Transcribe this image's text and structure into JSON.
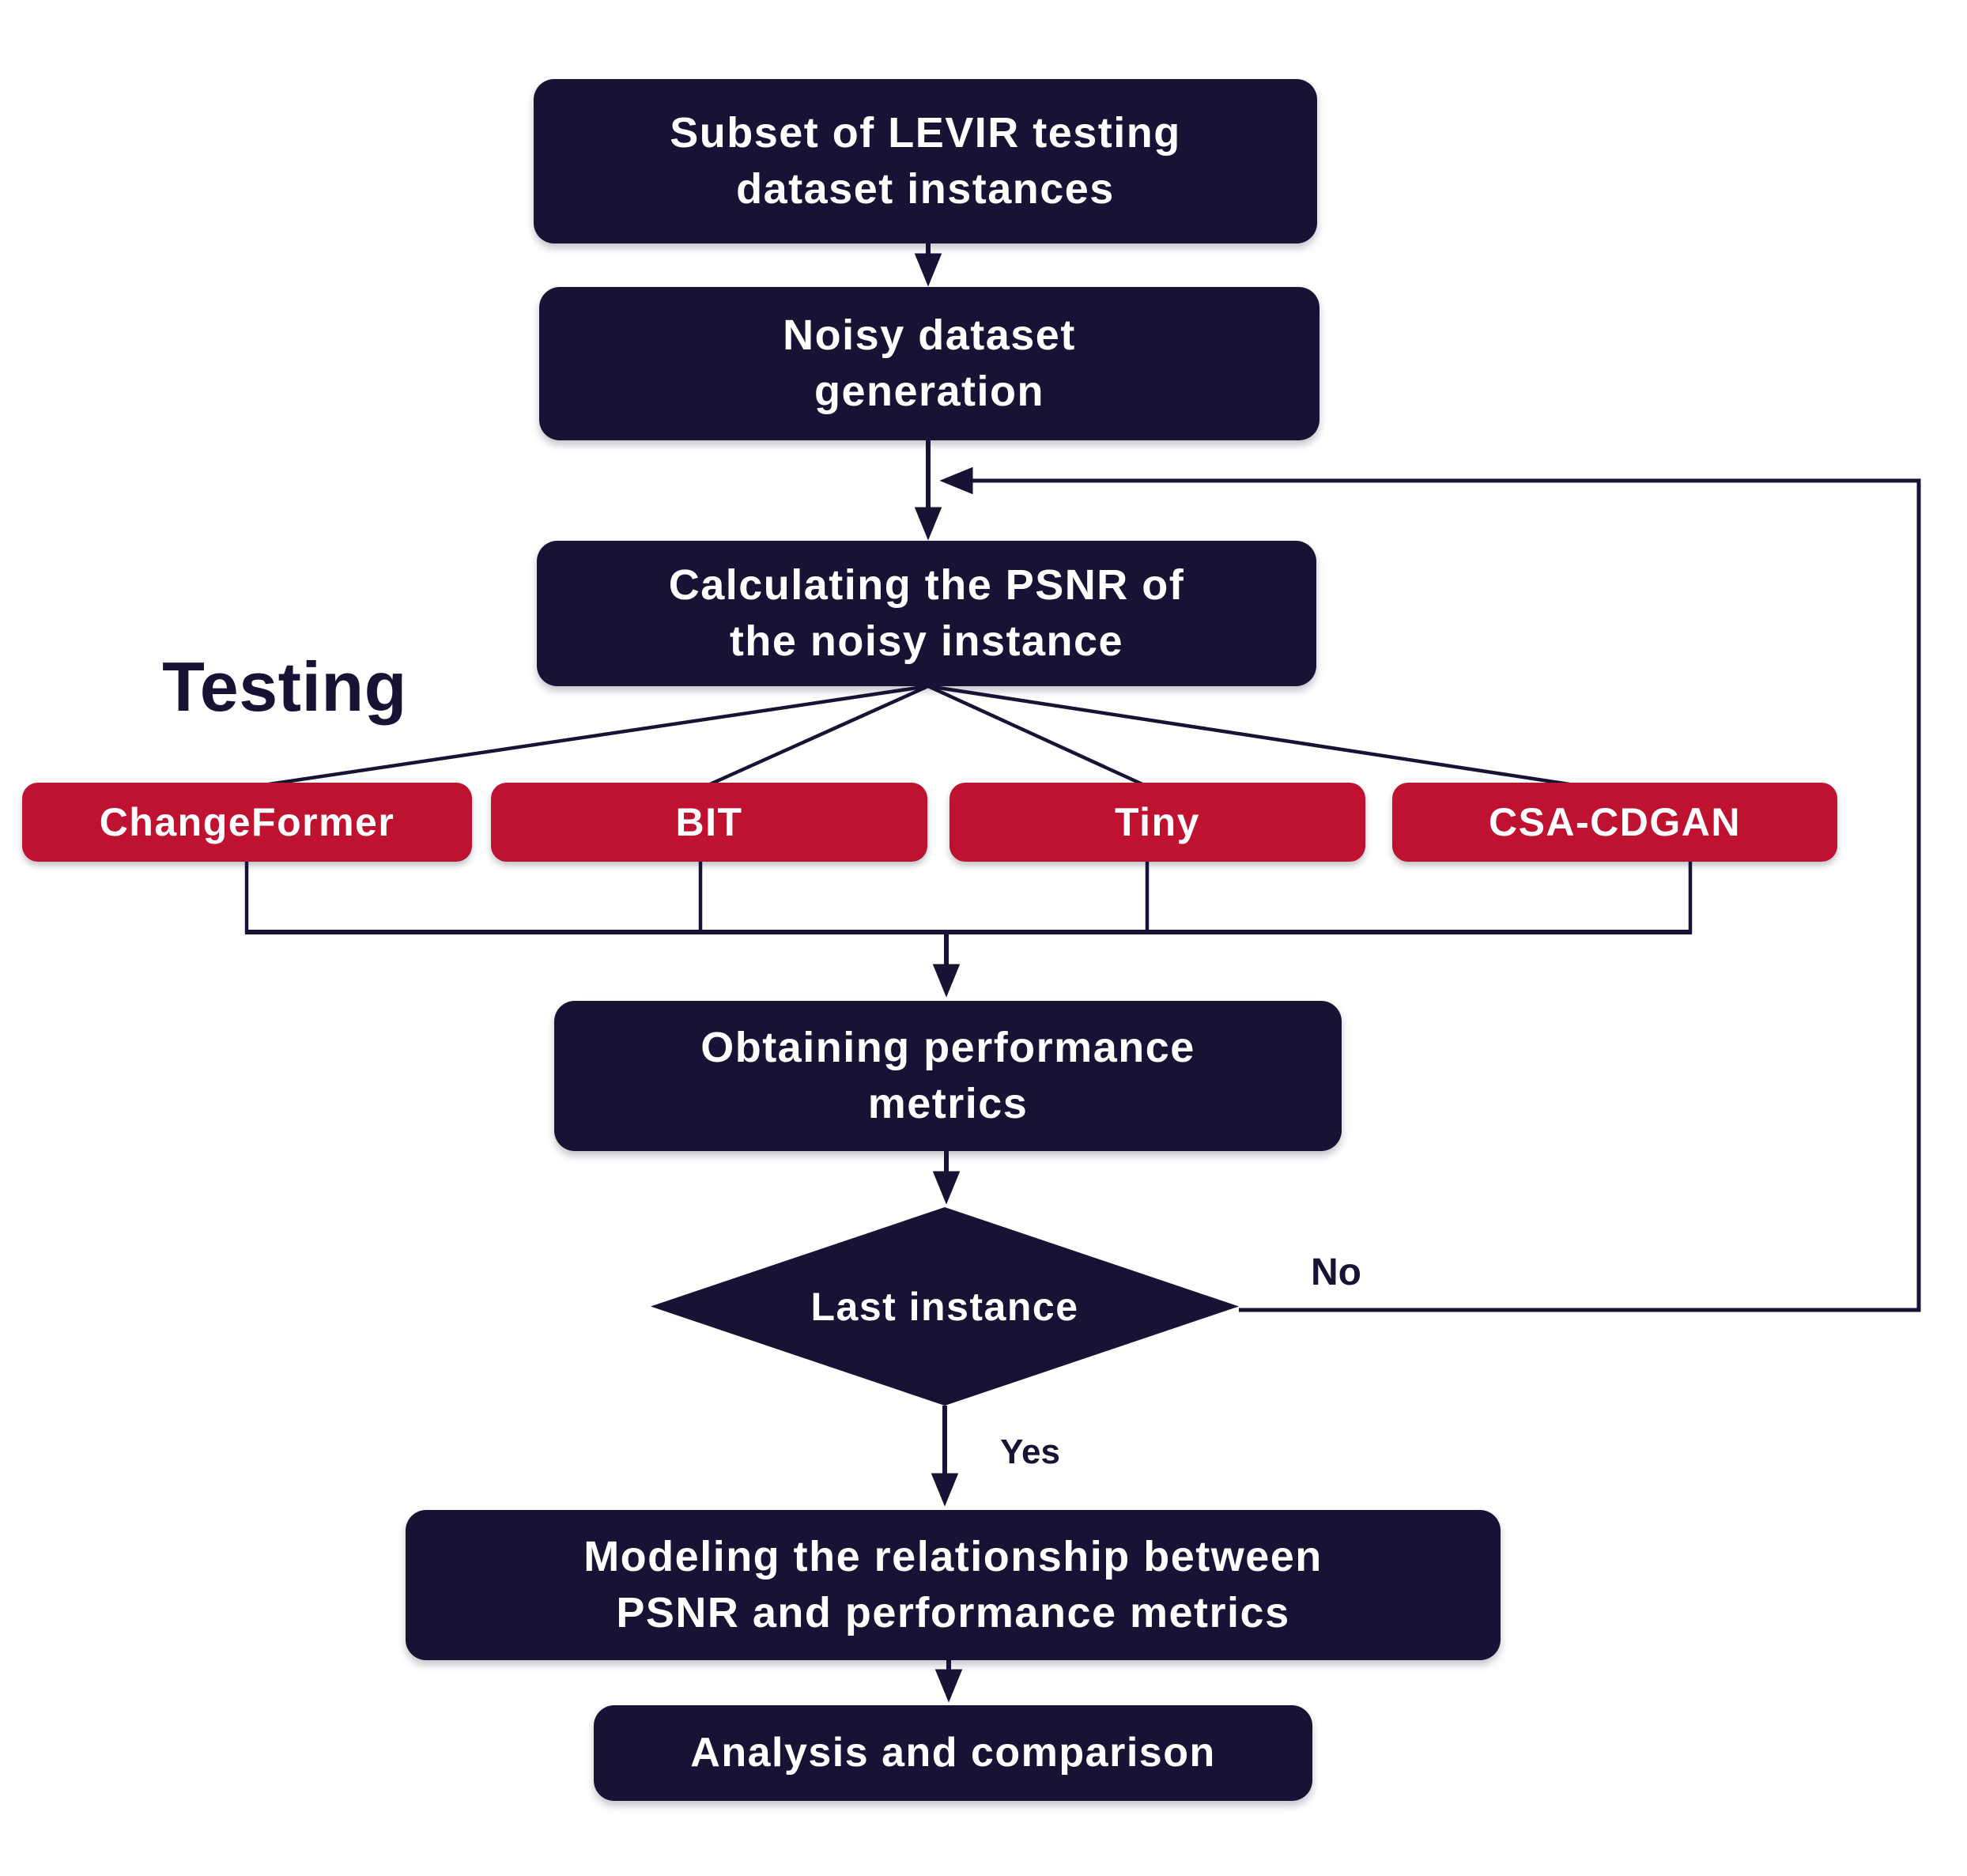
{
  "flowchart": {
    "stage_label": "Testing",
    "steps": {
      "subset": "Subset of LEVIR testing\ndataset instances",
      "noisy": "Noisy dataset\ngeneration",
      "psnr": "Calculating the PSNR of\nthe noisy instance",
      "metrics": "Obtaining performance\nmetrics",
      "modeling": "Modeling the relationship between\nPSNR and performance metrics",
      "analysis": "Analysis and comparison"
    },
    "decision": {
      "label": "Last instance",
      "no_label": "No",
      "yes_label": "Yes"
    },
    "models": [
      "ChangeFormer",
      "BIT",
      "Tiny",
      "CSA-CDGAN"
    ],
    "colors": {
      "node_navy": "#181334",
      "model_red": "#be1230",
      "connector_navy": "#181334",
      "text_white": "#ffffff",
      "background": "#ffffff"
    }
  }
}
